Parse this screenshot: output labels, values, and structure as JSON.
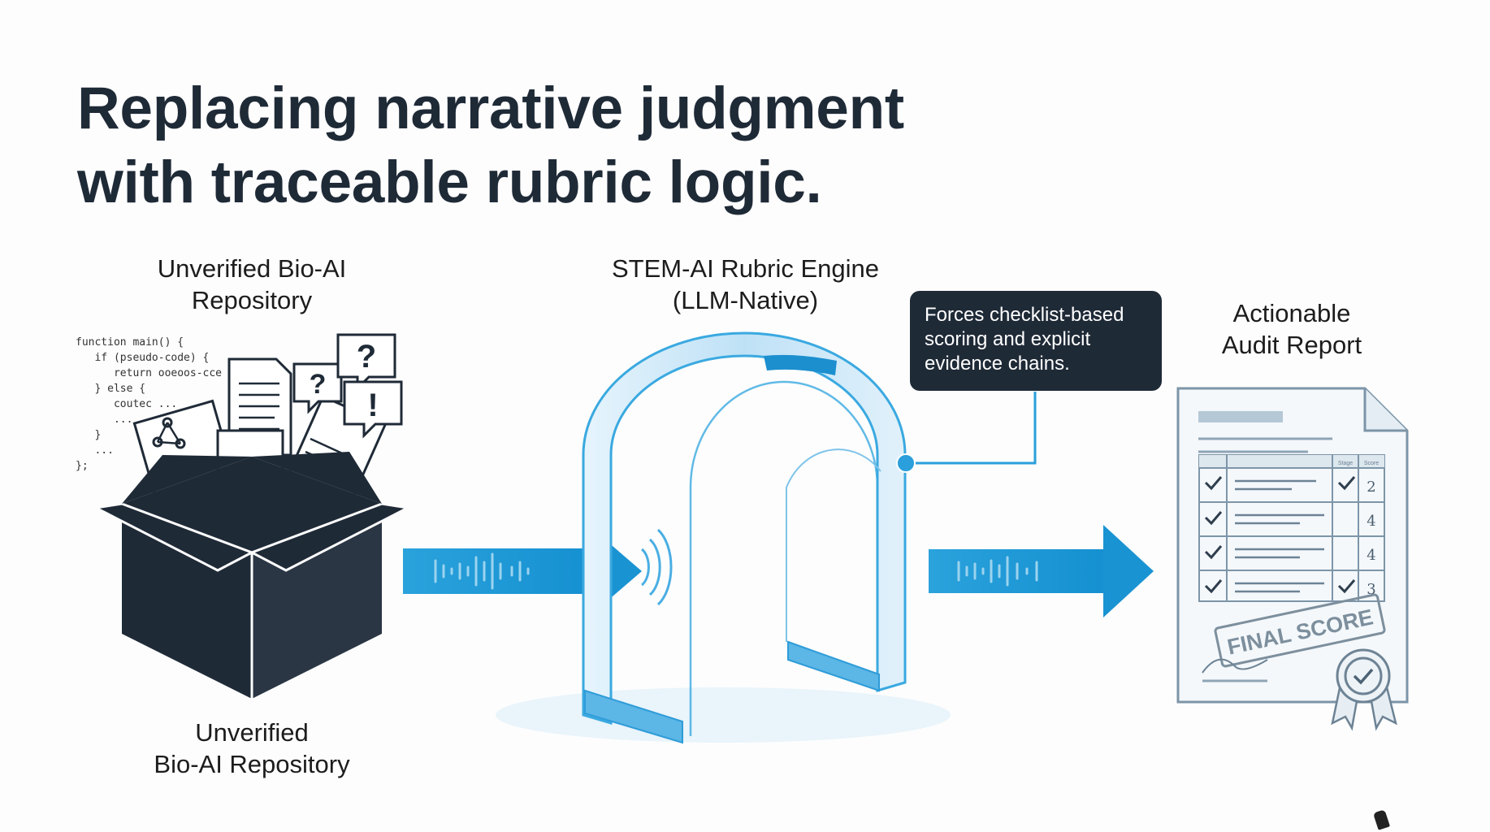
{
  "title": {
    "line1": "Replacing narrative judgment",
    "line2": "with traceable rubric logic."
  },
  "source": {
    "label_top_line1": "Unverified Bio-AI",
    "label_top_line2": "Repository",
    "label_bottom_line1": "Unverified",
    "label_bottom_line2": "Bio-AI Repository",
    "code_lines": [
      "function main() {",
      "   if (pseudo-code) {",
      "      return ooeoos-cce",
      "   } else {",
      "      coutec ...",
      "      ...",
      "   }",
      "   ...",
      "};"
    ],
    "doc_glyphs": [
      "?",
      "?",
      "!"
    ]
  },
  "engine": {
    "label_line1": "STEM-AI Rubric Engine",
    "label_line2": "(LLM-Native)"
  },
  "callout": {
    "line1": "Forces checklist-based",
    "line2": "scoring and explicit",
    "line3": "evidence chains."
  },
  "report": {
    "label_line1": "Actionable",
    "label_line2": "Audit Report",
    "col_headers": [
      "Stage",
      "Score"
    ],
    "scores": [
      "2",
      "4",
      "4",
      "3"
    ],
    "stamp": "FINAL SCORE"
  },
  "colors": {
    "dark": "#1f2a37",
    "accent": "#1f9ad6",
    "arch_light": "#d5ecfa",
    "arch_stroke": "#3aa9e0"
  }
}
